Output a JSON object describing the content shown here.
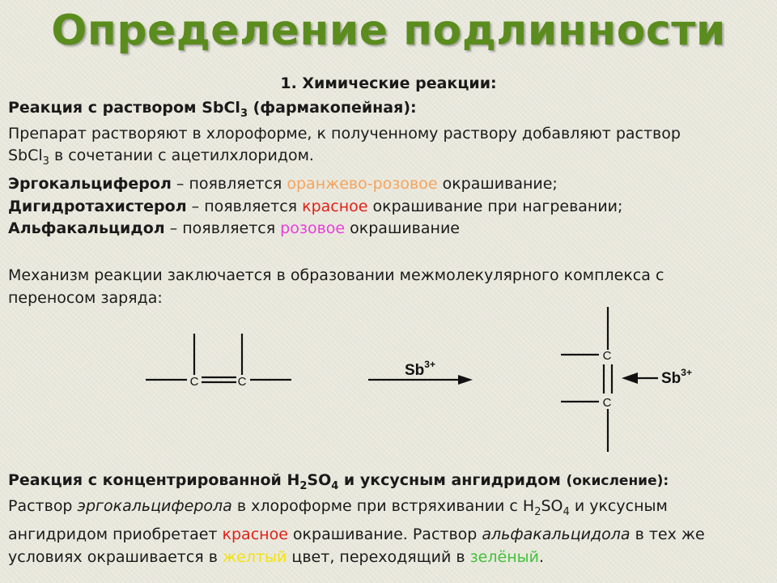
{
  "slide": {
    "title": "Определение подлинности",
    "section_heading": "1. Химические реакции:",
    "reaction1": {
      "heading_a": "Реакция с раствором SbCl",
      "heading_sub": "3",
      "heading_b": " (фармакопейная):",
      "body_line1": "Препарат растворяют в хлороформе, к полученному раствору добавляют раствор",
      "body_line2_a": "SbCl",
      "body_line2_sub": "3",
      "body_line2_b": " в сочетании с ацетилхлоридом."
    },
    "compounds": [
      {
        "name": "Эргокальциферол",
        "text_a": " – появляется ",
        "color_word": "оранжево-розовое",
        "text_b": " окрашивание;"
      },
      {
        "name": "Дигидротахистерол",
        "text_a": " – появляется ",
        "color_word": "красное",
        "text_b": " окрашивание при нагревании;"
      },
      {
        "name": "Альфакальцидол",
        "text_a": " – появляется ",
        "color_word": "розовое",
        "text_b": " окрашивание"
      }
    ],
    "mechanism": {
      "line1": "Механизм реакции заключается в образовании межмолекулярного комплекса с",
      "line2": "переносом заряда:"
    },
    "scheme": {
      "atom_c": "C",
      "reagent": "Sb",
      "charge": "3+"
    },
    "reaction2": {
      "heading_a": "Реакция с концентрированной H",
      "heading_sub1": "2",
      "heading_b": "SO",
      "heading_sub2": "4",
      "heading_c": " и уксусным ангидридом ",
      "heading_note": "(окисление):",
      "l1_a": "Раствор ",
      "l1_em": "эргокальциферола",
      "l1_b": " в хлороформе при встряхивании с H",
      "l1_sub1": "2",
      "l1_c": "SO",
      "l1_sub2": "4",
      "l1_d": " и уксусным",
      "l2_a": "ангидридом приобретает ",
      "l2_red": "красное",
      "l2_b": " окрашивание. Раствор ",
      "l2_em": "альфакальцидола",
      "l2_c": " в тех же",
      "l3_a": "условиях окрашивается в ",
      "l3_yellow": "желтый",
      "l3_b": " цвет, переходящий в ",
      "l3_green": "зелёный",
      "l3_c": "."
    }
  }
}
